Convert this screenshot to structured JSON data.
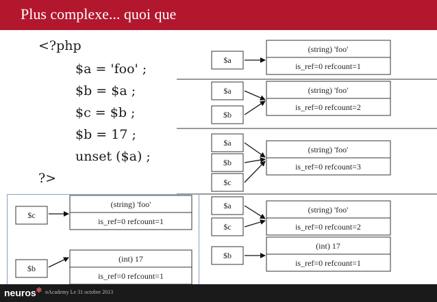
{
  "slide": {
    "title": "Plus complexe... quoi que",
    "footer": "nAcademy   Le 31 octobre 2013",
    "logo_text": "neuros"
  },
  "code": [
    "<?php",
    "$a = 'foo' ;",
    "$b = $a ;",
    "$c = $b ;",
    "$b = 17 ;",
    "unset ($a) ;",
    "?>"
  ],
  "diagrams": [
    {
      "vars": [
        "$a"
      ],
      "value": "(string) 'foo'",
      "meta": "is_ref=0 refcount=1"
    },
    {
      "vars": [
        "$a",
        "$b"
      ],
      "value": "(string) 'foo'",
      "meta": "is_ref=0 refcount=2"
    },
    {
      "vars": [
        "$a",
        "$b",
        "$c"
      ],
      "value": "(string) 'foo'",
      "meta": "is_ref=0 refcount=3"
    },
    {
      "vars": [
        "$a",
        "$c"
      ],
      "value": "(string) 'foo'",
      "meta": "is_ref=0 refcount=2"
    },
    {
      "vars": [
        "$b"
      ],
      "value": "(int) 17",
      "meta": "is_ref=0 refcount=1"
    }
  ],
  "inset": [
    {
      "vars": [
        "$c"
      ],
      "value": "(string) 'foo'",
      "meta": "is_ref=0 refcount=1"
    },
    {
      "vars": [
        "$b"
      ],
      "value": "(int) 17",
      "meta": "is_ref=0 refcount=1"
    }
  ],
  "colors": {
    "title_bar": "#b2172e",
    "footer_bar": "#1a1a1a"
  }
}
